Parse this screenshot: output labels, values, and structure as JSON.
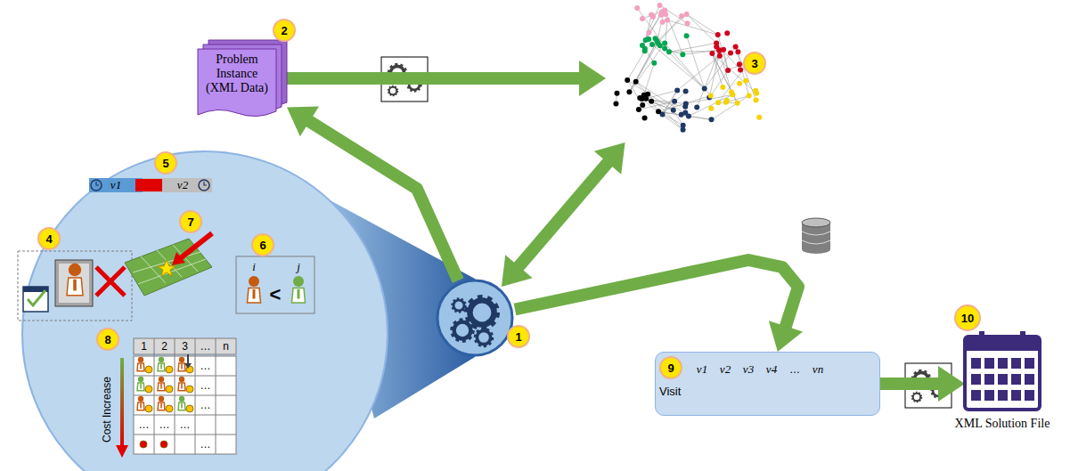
{
  "diagram": {
    "nodes": [
      {
        "text": [
          "2",
          "Problem Instance (XML Data)"
        ]
      },
      {
        "text": [
          "3"
        ]
      },
      {
        "text": [
          "1"
        ]
      },
      {
        "text": [
          "9",
          "Visit"
        ]
      },
      {
        "text": [
          "10",
          "XML Solution File"
        ]
      }
    ],
    "edges": [
      {
        "from": 2,
        "to": 0,
        "arrow": "to"
      },
      {
        "from": 0,
        "to": 1,
        "arrow": "to"
      },
      {
        "from": 1,
        "to": 2,
        "arrow": "both"
      },
      {
        "from": 2,
        "to": 3,
        "arrow": "to"
      },
      {
        "from": 3,
        "to": 4,
        "arrow": "to"
      }
    ],
    "labels": [
      "4",
      "5",
      "6",
      "7",
      "8",
      "v1",
      "v2",
      "i",
      "<",
      "j",
      "1",
      "2",
      "3",
      "…",
      "n",
      "Cost Increase",
      "…",
      "…",
      "…",
      "…",
      "…",
      "…",
      "…",
      "v1",
      "v2",
      "v3",
      "v4",
      "…",
      "vn"
    ]
  }
}
